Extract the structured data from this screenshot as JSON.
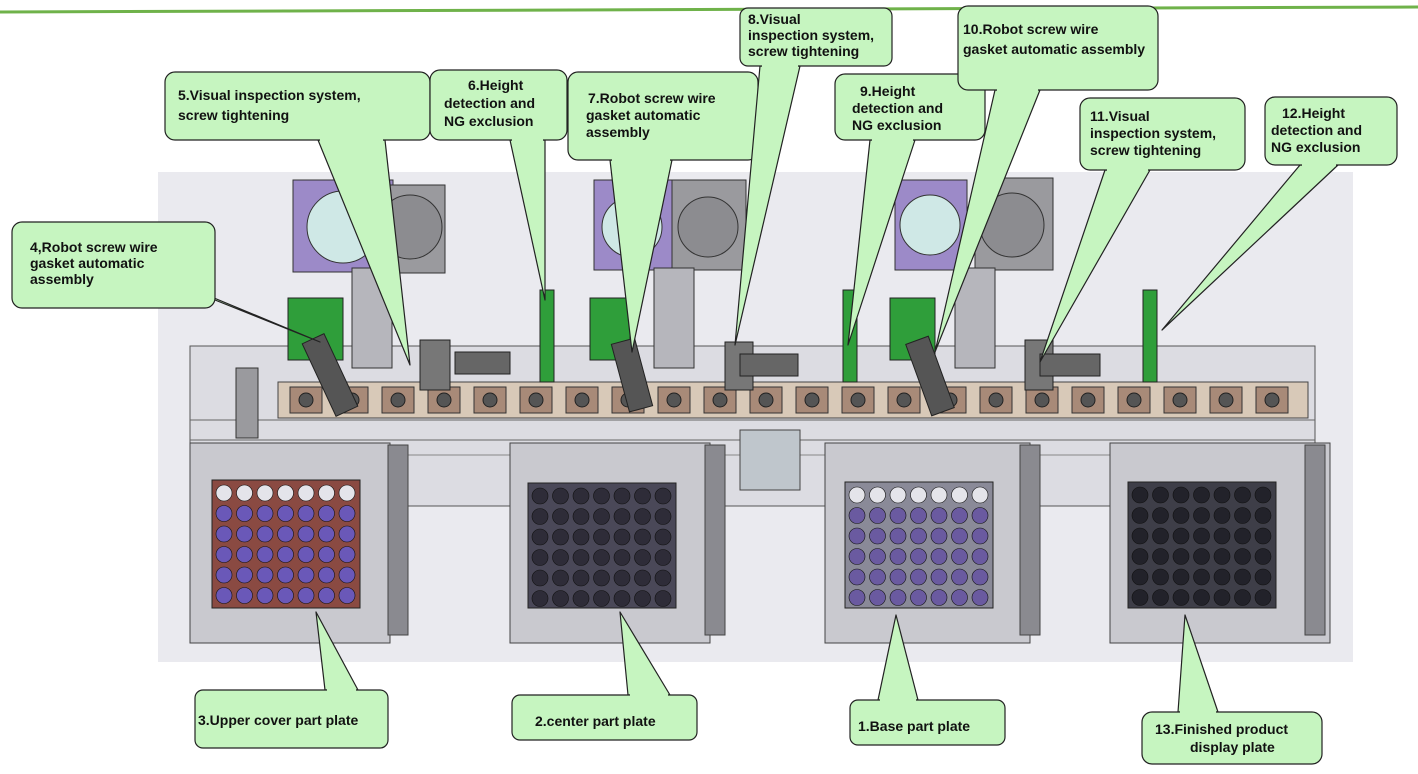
{
  "callouts": [
    {
      "id": "c1",
      "lines": [
        "1.Base part plate"
      ]
    },
    {
      "id": "c2",
      "lines": [
        "2.center part plate"
      ]
    },
    {
      "id": "c3",
      "lines": [
        "3.Upper cover part plate"
      ]
    },
    {
      "id": "c4",
      "lines": [
        "4,Robot screw wire",
        "gasket automatic",
        "assembly"
      ]
    },
    {
      "id": "c5",
      "lines": [
        "5.Visual inspection system,",
        "screw tightening"
      ]
    },
    {
      "id": "c6",
      "lines": [
        "6.Height",
        "detection and",
        "NG exclusion"
      ]
    },
    {
      "id": "c7",
      "lines": [
        "7.Robot screw wire",
        "gasket automatic",
        "assembly"
      ]
    },
    {
      "id": "c8",
      "lines": [
        "8.Visual",
        "inspection system,",
        "screw tightening"
      ]
    },
    {
      "id": "c9",
      "lines": [
        "9.Height",
        "detection and",
        "NG exclusion"
      ]
    },
    {
      "id": "c10",
      "lines": [
        "10.Robot screw wire",
        "gasket automatic assembly"
      ]
    },
    {
      "id": "c11",
      "lines": [
        "11.Visual",
        "inspection system,",
        "screw tightening"
      ]
    },
    {
      "id": "c12",
      "lines": [
        "12.Height",
        "detection and",
        "NG exclusion"
      ]
    },
    {
      "id": "c13",
      "lines": [
        "13.Finished product",
        "display plate"
      ]
    }
  ],
  "colors": {
    "callout_fill": "#c6f5c0",
    "top_rule": "#6fb24a",
    "upper_plate": "#8a4a42",
    "center_plate": "#4a4858",
    "base_plate": "#6a5aa0",
    "finished_plate": "#3e3e48",
    "mounting_panel": "#2f9e3a",
    "motor_box": "#9c8ac8"
  }
}
